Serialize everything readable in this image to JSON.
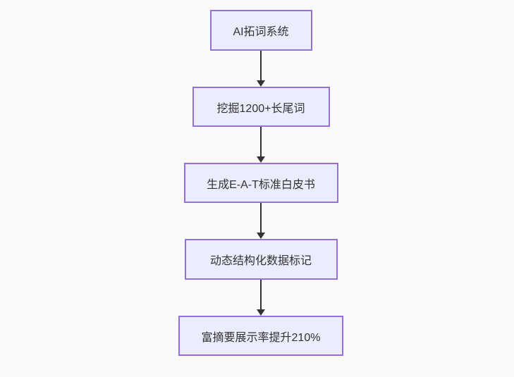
{
  "diagram": {
    "type": "flowchart",
    "direction": "top-down",
    "nodes": [
      {
        "id": "n1",
        "label": "AI拓词系统"
      },
      {
        "id": "n2",
        "label": "挖掘1200+长尾词"
      },
      {
        "id": "n3",
        "label": "生成E-A-T标准白皮书"
      },
      {
        "id": "n4",
        "label": "动态结构化数据标记"
      },
      {
        "id": "n5",
        "label": "富摘要展示率提升210%"
      }
    ],
    "edges": [
      {
        "from": "n1",
        "to": "n2"
      },
      {
        "from": "n2",
        "to": "n3"
      },
      {
        "from": "n3",
        "to": "n4"
      },
      {
        "from": "n4",
        "to": "n5"
      }
    ],
    "colors": {
      "node_fill": "#ECECFF",
      "node_border": "#9370DB",
      "node_text": "#333333",
      "arrow": "#333333",
      "background": "#fafafa"
    }
  }
}
